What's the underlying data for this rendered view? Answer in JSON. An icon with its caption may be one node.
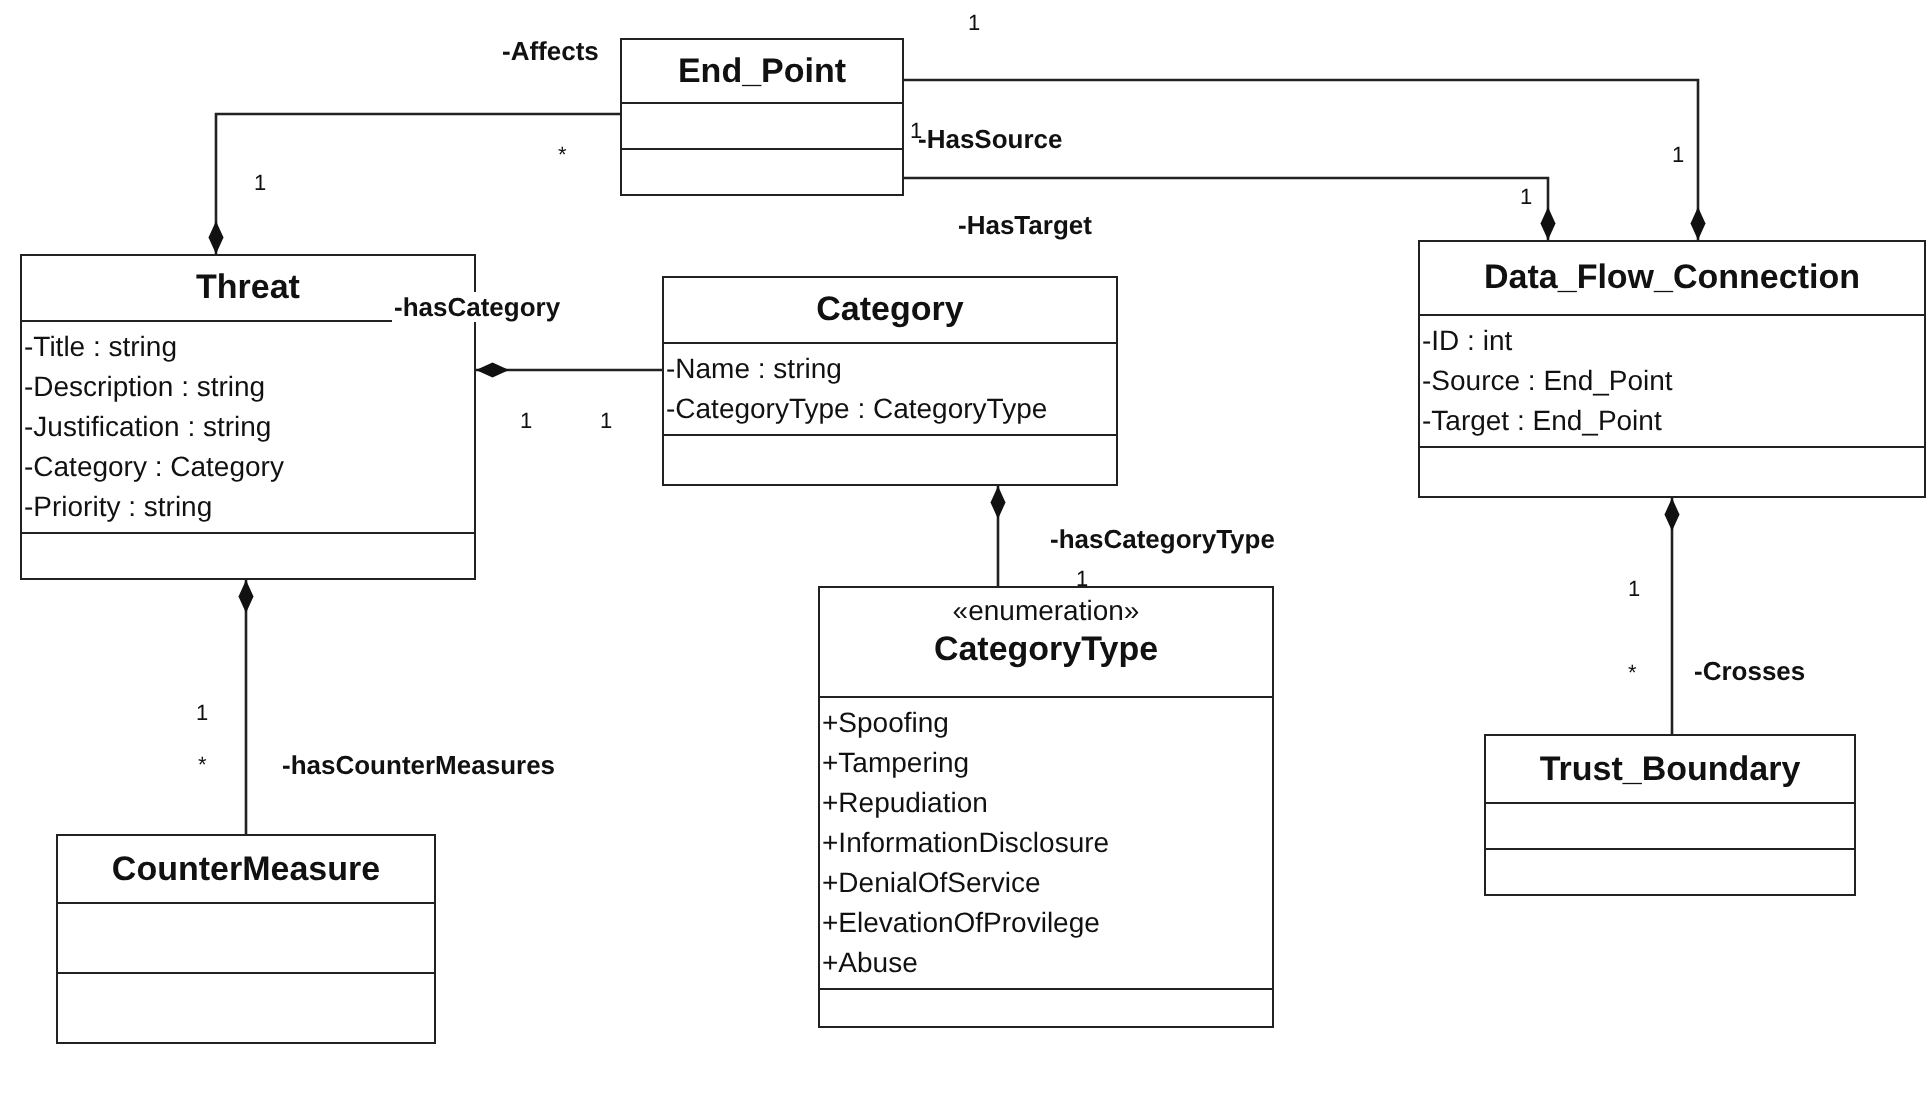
{
  "diagram": {
    "nodes": [
      {
        "text": [
          "End_Point"
        ]
      },
      {
        "text": [
          "Threat",
          "-Title : string",
          "-Description : string",
          "-Justification : string",
          "-Category : Category",
          "-Priority : string"
        ]
      },
      {
        "text": [
          "Category",
          "-Name : string",
          "-CategoryType : CategoryType"
        ]
      },
      {
        "text": [
          "Data_Flow_Connection",
          "-ID : int",
          "-Source : End_Point",
          "-Target : End_Point"
        ]
      },
      {
        "text": [
          "«enumeration»",
          "CategoryType",
          "+Spoofing",
          "+Tampering",
          "+Repudiation",
          "+InformationDisclosure",
          "+DenialOfService",
          "+ElevationOfProvilege",
          "+Abuse"
        ]
      },
      {
        "text": [
          "CounterMeasure"
        ]
      },
      {
        "text": [
          "Trust_Boundary"
        ]
      }
    ],
    "edges": [
      {
        "from": 0,
        "to": 1,
        "arrow": "other",
        "label": "-Affects"
      },
      {
        "from": 0,
        "to": 3,
        "arrow": "other",
        "label": "-HasSource"
      },
      {
        "from": 0,
        "to": 3,
        "arrow": "other",
        "label": "-HasTarget"
      },
      {
        "from": 2,
        "to": 1,
        "arrow": "other",
        "label": "-hasCategory"
      },
      {
        "from": 4,
        "to": 2,
        "arrow": "other",
        "label": "-hasCategoryType"
      },
      {
        "from": 5,
        "to": 1,
        "arrow": "other",
        "label": "-hasCounterMeasures"
      },
      {
        "from": 6,
        "to": 3,
        "arrow": "other",
        "label": "-Crosses"
      }
    ],
    "labels": [
      "1",
      "1",
      "*",
      "1",
      "1",
      "1",
      "1",
      "1",
      "1",
      "1",
      "1",
      "*",
      "*"
    ]
  }
}
